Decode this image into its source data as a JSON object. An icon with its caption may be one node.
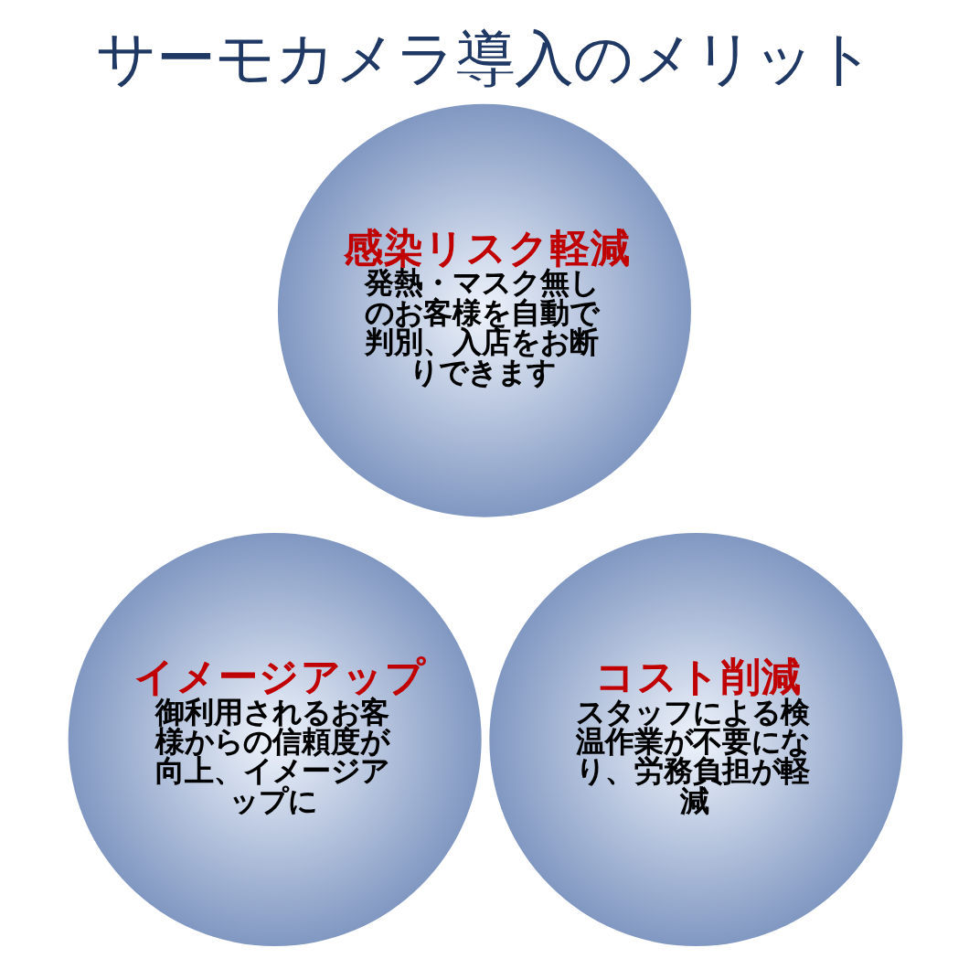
{
  "diagram": {
    "title": "サーモカメラ導入のメリット",
    "nodes": [
      {
        "text": [
          "感染リスク軽減",
          "発熱・マスク無しのお客様を自動で判別、入店をお断りできます"
        ]
      },
      {
        "text": [
          "イメージアップ",
          "御利用されるお客様からの信頼度が向上、イメージアップに"
        ]
      },
      {
        "text": [
          "コスト削減",
          "スタッフによる検温作業が不要になり、労務負担が軽減"
        ]
      }
    ],
    "edges": []
  }
}
